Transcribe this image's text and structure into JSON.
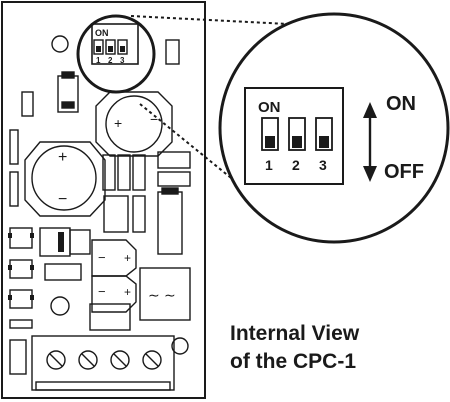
{
  "board_switch": {
    "on_label": "ON",
    "positions": [
      "1",
      "2",
      "3"
    ]
  },
  "zoom_switch": {
    "on_label": "ON",
    "positions": [
      "1",
      "2",
      "3"
    ]
  },
  "direction": {
    "on": "ON",
    "off": "OFF"
  },
  "caption": {
    "line1": "Internal View",
    "line2": "of the CPC-1"
  },
  "colors": {
    "ink": "#1a1a1a",
    "paper": "#ffffff"
  }
}
